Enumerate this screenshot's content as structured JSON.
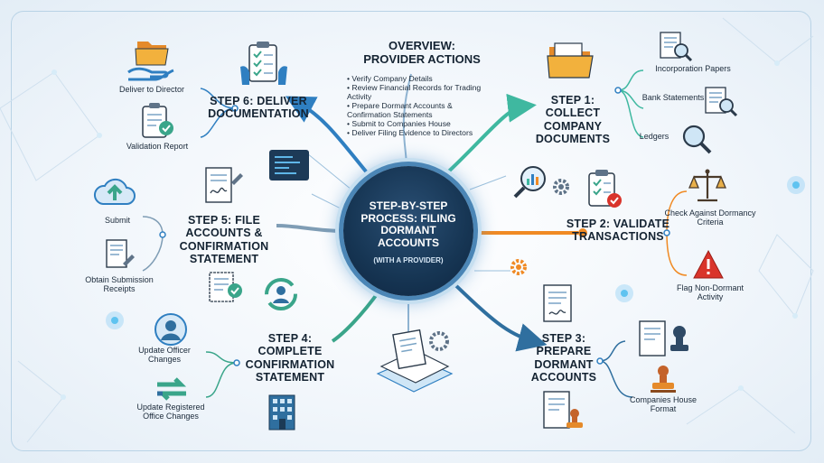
{
  "hub": {
    "title": "STEP-BY-STEP PROCESS: FILING DORMANT ACCOUNTS",
    "subtitle": "(WITH A PROVIDER)"
  },
  "overview": {
    "title": "OVERVIEW: PROVIDER ACTIONS",
    "items": [
      "• Verify Company Details",
      "• Review Financial Records for Trading Activity",
      "• Prepare Dormant Accounts & Confirmation Statements",
      "• Submit to Companies House",
      "• Deliver Filing Evidence to Directors"
    ]
  },
  "steps": {
    "step1": {
      "title": "STEP 1: COLLECT COMPANY DOCUMENTS",
      "items": [
        "Incorporation Papers",
        "Bank Statements",
        "Ledgers"
      ]
    },
    "step2": {
      "title": "STEP 2: VALIDATE TRANSACTIONS",
      "items": [
        "Check Against Dormancy Criteria",
        "Flag Non-Dormant Activity"
      ]
    },
    "step3": {
      "title": "STEP 3: PREPARE DORMANT ACCOUNTS",
      "items": [
        "Companies House Format"
      ]
    },
    "step4": {
      "title": "STEP 4: COMPLETE CONFIRMATION STATEMENT",
      "items": [
        "Update Officer Changes",
        "Update Registered Office Changes"
      ]
    },
    "step5": {
      "title": "STEP 5: FILE ACCOUNTS & CONFIRMATION STATEMENT",
      "items": [
        "Submit",
        "Obtain Submission Receipts"
      ]
    },
    "step6": {
      "title": "STEP 6: DELIVER DOCUMENTATION",
      "items": [
        "Deliver to Director",
        "Validation Report"
      ]
    }
  },
  "colors": {
    "step1": "#3fb8a0",
    "step2": "#f08a24",
    "step3": "#2f6f9f",
    "step4": "#3aa58a",
    "step5": "#6f8fa8",
    "step6": "#2f7fc1",
    "hub": "#163553"
  },
  "icons": [
    "folder-icon",
    "magnifier-document-icon",
    "clipboard-check-icon",
    "scales-icon",
    "warning-icon",
    "stamp-icon",
    "user-icon",
    "swap-arrows-icon",
    "building-icon",
    "cloud-upload-icon",
    "signature-document-icon",
    "receipt-icon",
    "hand-folder-icon",
    "checklist-icon",
    "gear-icon",
    "refresh-user-icon"
  ]
}
